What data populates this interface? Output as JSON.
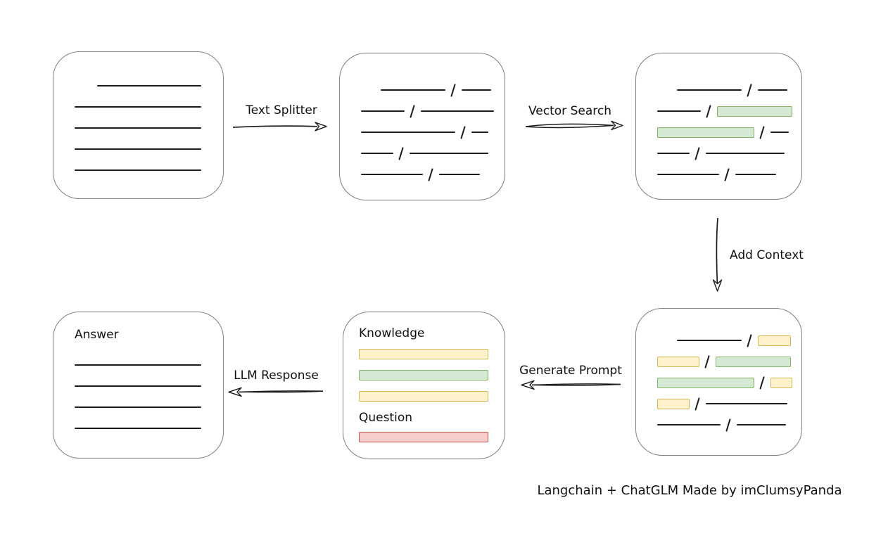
{
  "credit": "Langchain + ChatGLM Made by imClumsyPanda",
  "colors": {
    "box_border": "#808080",
    "line": "#1c1c1c",
    "green": {
      "fill": "#D5E8D4",
      "border": "#82B366"
    },
    "yellow": {
      "fill": "#FFF2CC",
      "border": "#D6B656"
    },
    "red": {
      "fill": "#F8CECC",
      "border": "#B85450"
    }
  },
  "arrows": {
    "text_splitter": {
      "label": "Text Splitter"
    },
    "vector_search": {
      "label": "Vector Search"
    },
    "add_context": {
      "label": "Add Context"
    },
    "generate_prompt": {
      "label": "Generate Prompt"
    },
    "llm_response": {
      "label": "LLM Response"
    }
  },
  "boxes": {
    "document": {
      "rows": [
        {
          "indent": 62,
          "segs": [
            [
              "line",
              148
            ]
          ]
        },
        {
          "indent": 30,
          "segs": [
            [
              "line",
              180
            ]
          ]
        },
        {
          "indent": 30,
          "segs": [
            [
              "line",
              180
            ]
          ]
        },
        {
          "indent": 30,
          "segs": [
            [
              "line",
              180
            ]
          ]
        },
        {
          "indent": 30,
          "segs": [
            [
              "line",
              180
            ]
          ]
        }
      ]
    },
    "split_text": {
      "rows": [
        {
          "indent": 58,
          "segs": [
            [
              "line",
              92
            ],
            [
              "slash"
            ],
            [
              "line",
              42
            ]
          ]
        },
        {
          "indent": 30,
          "segs": [
            [
              "line",
              62
            ],
            [
              "slash"
            ],
            [
              "line",
              104
            ]
          ]
        },
        {
          "indent": 30,
          "segs": [
            [
              "line",
              134
            ],
            [
              "slash"
            ],
            [
              "line",
              24
            ]
          ]
        },
        {
          "indent": 30,
          "segs": [
            [
              "line",
              46
            ],
            [
              "slash"
            ],
            [
              "line",
              112
            ]
          ]
        },
        {
          "indent": 30,
          "segs": [
            [
              "line",
              88
            ],
            [
              "slash"
            ],
            [
              "line",
              58
            ]
          ]
        }
      ]
    },
    "vector_result": {
      "rows": [
        {
          "indent": 58,
          "segs": [
            [
              "line",
              92
            ],
            [
              "slash"
            ],
            [
              "line",
              42
            ]
          ]
        },
        {
          "indent": 30,
          "segs": [
            [
              "line",
              62
            ],
            [
              "slash"
            ],
            [
              "green",
              107
            ]
          ]
        },
        {
          "indent": 30,
          "segs": [
            [
              "green",
              138
            ],
            [
              "slash"
            ],
            [
              "line",
              26
            ]
          ]
        },
        {
          "indent": 30,
          "segs": [
            [
              "line",
              46
            ],
            [
              "slash"
            ],
            [
              "line",
              112
            ]
          ]
        },
        {
          "indent": 30,
          "segs": [
            [
              "line",
              88
            ],
            [
              "slash"
            ],
            [
              "line",
              58
            ]
          ]
        }
      ]
    },
    "context_result": {
      "rows": [
        {
          "indent": 58,
          "segs": [
            [
              "line",
              92
            ],
            [
              "slash"
            ],
            [
              "yellow",
              47
            ]
          ]
        },
        {
          "indent": 30,
          "segs": [
            [
              "yellow",
              60
            ],
            [
              "slash"
            ],
            [
              "green",
              107
            ]
          ]
        },
        {
          "indent": 30,
          "segs": [
            [
              "green",
              138
            ],
            [
              "slash"
            ],
            [
              "yellow",
              31
            ]
          ]
        },
        {
          "indent": 30,
          "segs": [
            [
              "yellow",
              46
            ],
            [
              "slash"
            ],
            [
              "line",
              116
            ]
          ]
        },
        {
          "indent": 30,
          "segs": [
            [
              "line",
              90
            ],
            [
              "slash"
            ],
            [
              "line",
              70
            ]
          ]
        }
      ]
    },
    "prompt": {
      "knowledge_label": "Knowledge",
      "question_label": "Question",
      "knowledge_rows": [
        {
          "indent": 0,
          "segs": [
            [
              "yellow",
              184
            ]
          ]
        },
        {
          "indent": 0,
          "segs": [
            [
              "green",
              184
            ]
          ]
        },
        {
          "indent": 0,
          "segs": [
            [
              "yellow",
              184
            ]
          ]
        }
      ],
      "question_rows": [
        {
          "indent": 0,
          "segs": [
            [
              "red",
              184
            ]
          ]
        }
      ]
    },
    "answer": {
      "label": "Answer",
      "rows": [
        {
          "indent": 0,
          "segs": [
            [
              "line",
              180
            ]
          ]
        },
        {
          "indent": 0,
          "segs": [
            [
              "line",
              180
            ]
          ]
        },
        {
          "indent": 0,
          "segs": [
            [
              "line",
              180
            ]
          ]
        },
        {
          "indent": 0,
          "segs": [
            [
              "line",
              180
            ]
          ]
        }
      ]
    }
  }
}
